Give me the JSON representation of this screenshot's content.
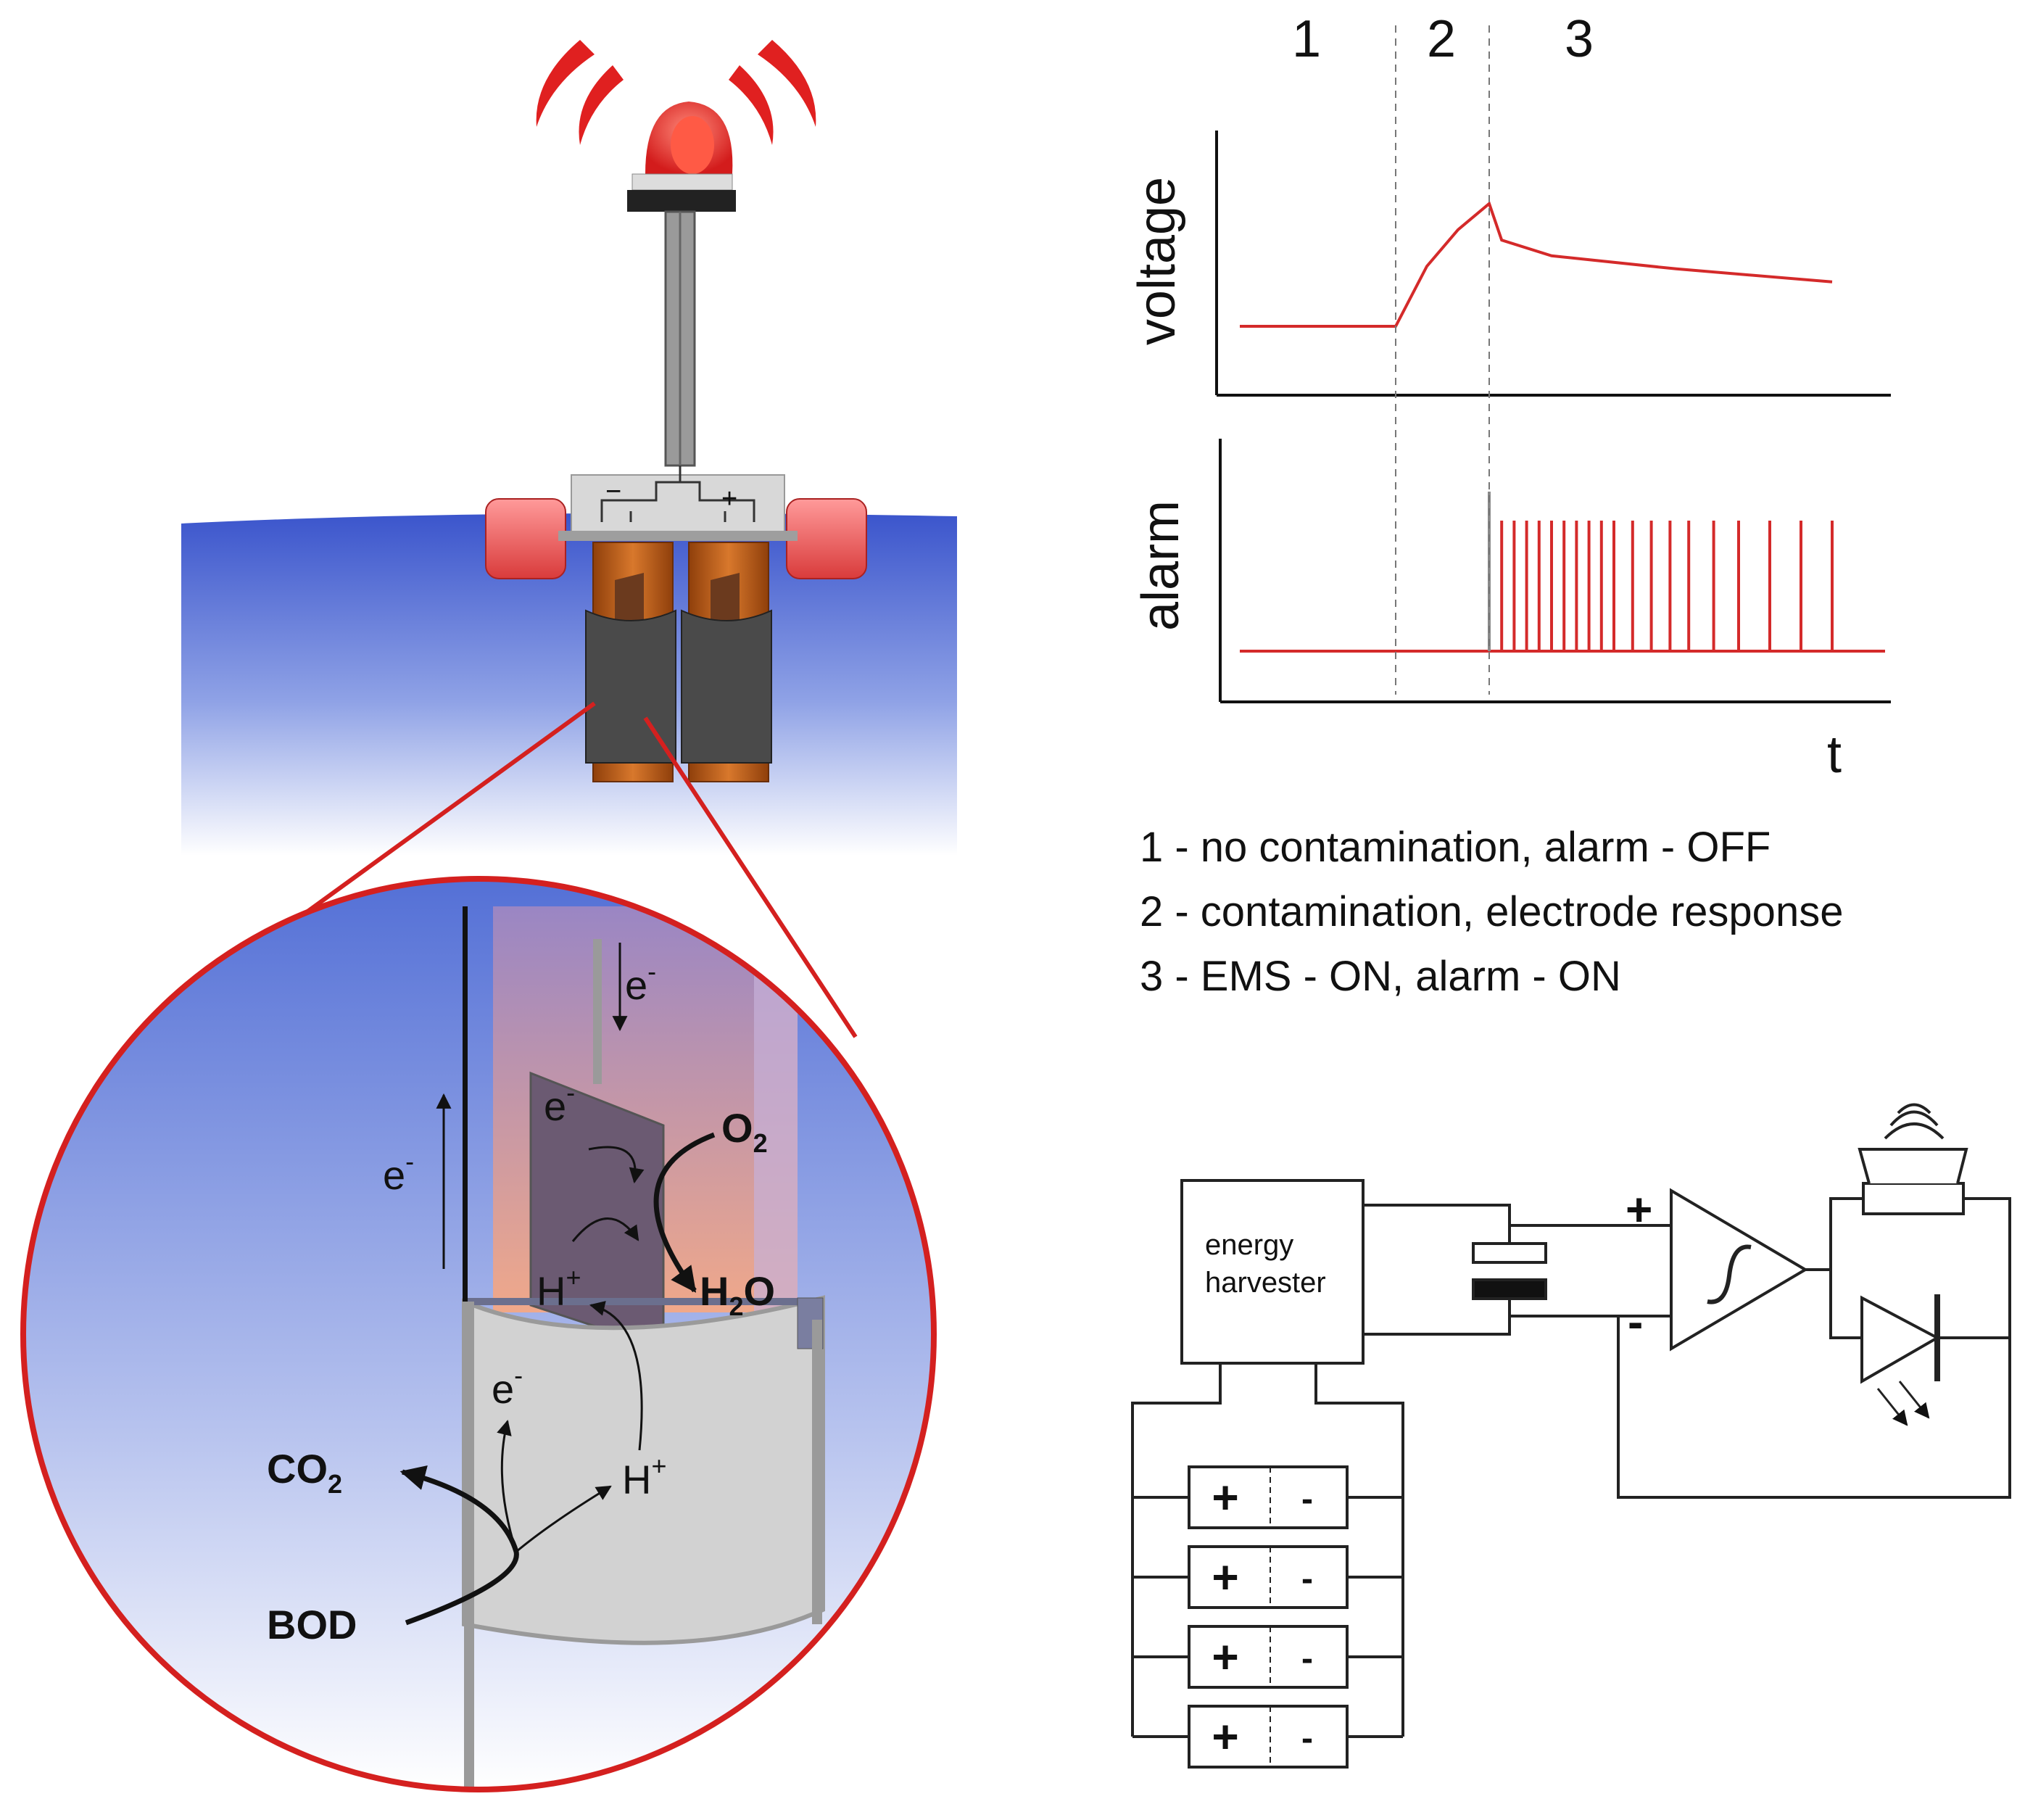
{
  "colors": {
    "alarm_red": "#e02020",
    "trace_red": "#d42a2a",
    "water_blue": "#3b55cc",
    "electrode_copper": "#c0611a",
    "electrode_dark": "#4a4a4a",
    "circle_stroke": "#d4201f"
  },
  "sensor": {
    "anode_sign": "−",
    "cathode_sign": "+"
  },
  "zoom": {
    "e_up": "e",
    "e_down": "e",
    "e_plate": "e",
    "e_anode": "e",
    "o2": "O",
    "o2_sub": "2",
    "h_plus_upper": "H",
    "h_plus_lower": "H",
    "plus_sup": "+",
    "minus_sup": "-",
    "h2o_h": "H",
    "h2o_2": "2",
    "h2o_o": "O",
    "co2_co": "CO",
    "co2_2": "2",
    "bod": "BOD"
  },
  "chart_data": {
    "type": "line",
    "phase_labels": [
      "1",
      "2",
      "3"
    ],
    "ylabel_top": "voltage",
    "ylabel_bottom": "alarm",
    "xlabel": "t",
    "series": [
      {
        "name": "voltage",
        "x": [
          0,
          0.25,
          0.3,
          0.35,
          0.4,
          0.42,
          0.5,
          0.7,
          0.95
        ],
        "y": [
          0.25,
          0.25,
          0.48,
          0.62,
          0.72,
          0.58,
          0.52,
          0.47,
          0.42
        ]
      },
      {
        "name": "alarm",
        "pulse_x": [
          0.4,
          0.42,
          0.44,
          0.46,
          0.48,
          0.5,
          0.52,
          0.54,
          0.56,
          0.58,
          0.6,
          0.63,
          0.66,
          0.69,
          0.72,
          0.76,
          0.8,
          0.85,
          0.9,
          0.95
        ]
      }
    ],
    "phase_boundaries": [
      0.25,
      0.4
    ]
  },
  "legend": {
    "items": [
      "1 - no contamination, alarm - OFF",
      "2 - contamination, electrode response",
      "3 - EMS - ON, alarm - ON"
    ]
  },
  "circuit": {
    "harvester_line1": "energy",
    "harvester_line2": "harvester",
    "opamp_plus": "+",
    "opamp_minus": "-",
    "cell_plus": "+",
    "cell_minus": "-"
  }
}
